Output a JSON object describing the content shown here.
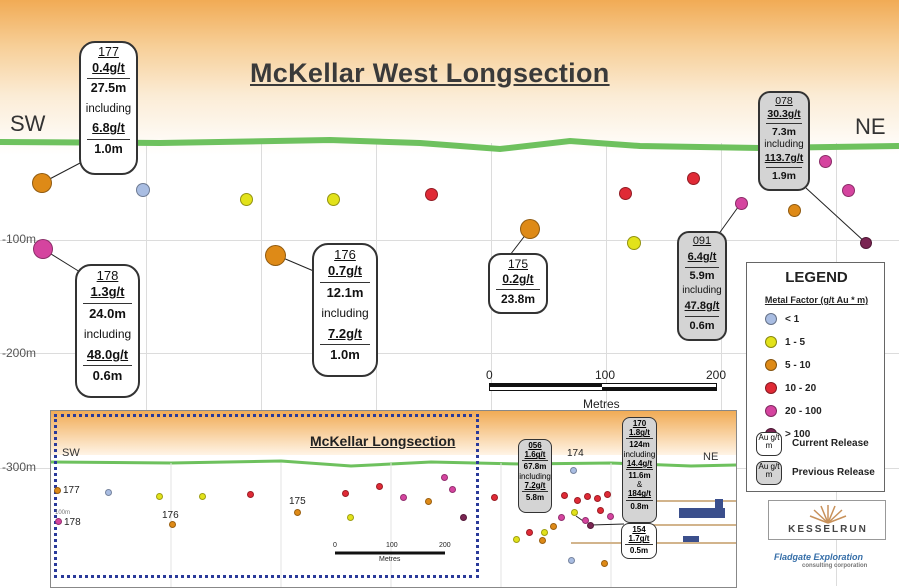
{
  "title": "McKellar West Longsection",
  "directions": {
    "left": "SW",
    "right": "NE"
  },
  "depth_labels": [
    "-100m",
    "-200m",
    "-300m"
  ],
  "colors": {
    "lt1": "#a9bde2",
    "c1_5": "#e2e21a",
    "c5_10": "#de8a17",
    "c10_20": "#e02a36",
    "c20_100": "#d5449f",
    "gt100": "#7a2452",
    "surface": "#6ec15e"
  },
  "callouts": [
    {
      "hole": "177",
      "grade": "0.4g/t",
      "width": "27.5m",
      "including": "including",
      "grade2": "6.8g/t",
      "width2": "1.0m",
      "release": "current"
    },
    {
      "hole": "178",
      "grade": "1.3g/t",
      "width": "24.0m",
      "including": "including",
      "grade2": "48.0g/t",
      "width2": "0.6m",
      "release": "current"
    },
    {
      "hole": "176",
      "grade": "0.7g/t",
      "width": "12.1m",
      "including": "including",
      "grade2": "7.2g/t",
      "width2": "1.0m",
      "release": "current"
    },
    {
      "hole": "175",
      "grade": "0.2g/t",
      "width": "23.8m",
      "release": "current"
    },
    {
      "hole": "091",
      "grade": "6.4g/t",
      "width": "5.9m",
      "including": "including",
      "grade2": "47.8g/t",
      "width2": "0.6m",
      "release": "previous"
    },
    {
      "hole": "078",
      "grade": "30.3g/t",
      "width": "7.3m",
      "including": "including",
      "grade2": "113.7g/t",
      "width2": "1.9m",
      "release": "previous"
    }
  ],
  "scale": {
    "ticks": [
      "0",
      "100",
      "200"
    ],
    "label": "Metres"
  },
  "legend": {
    "title": "LEGEND",
    "subtitle": "Metal Factor (g/t Au * m)",
    "classes": [
      {
        "label": "< 1",
        "color": "#a9bde2"
      },
      {
        "label": "1 - 5",
        "color": "#e2e21a"
      },
      {
        "label": "5 - 10",
        "color": "#de8a17"
      },
      {
        "label": "10 - 20",
        "color": "#e02a36"
      },
      {
        "label": "20 - 100",
        "color": "#d5449f"
      },
      {
        "label": "> 100",
        "color": "#7a2452"
      }
    ],
    "box_text": "Au g/t m",
    "current": "Current Release",
    "previous": "Previous Release"
  },
  "inset": {
    "title": "McKellar Longsection",
    "left": "SW",
    "right": "NE",
    "depth_label": "100m",
    "hole_labels": [
      "177",
      "178",
      "176",
      "175",
      "174"
    ],
    "callout_056": {
      "hole": "056",
      "grade": "1.6g/t",
      "width": "67.8m",
      "including": "including",
      "grade2": "7.2g/t",
      "width2": "5.8m"
    },
    "callout_170": {
      "hole": "170",
      "grade": "1.8g/t",
      "width": "124m",
      "including": "including",
      "grade2": "14.4g/t",
      "width2": "11.6m",
      "amp": "&",
      "grade3": "184g/t",
      "width3": "0.8m"
    },
    "callout_154": {
      "hole": "154",
      "grade": "1.7g/t",
      "width": "0.5m"
    },
    "scale_ticks": [
      "0",
      "100",
      "200"
    ],
    "scale_label": "Metres"
  },
  "logos": {
    "kesselrun": "KESSELRUN",
    "fladgate": "Fladgate Exploration",
    "fladgate_sub": "consulting corporation"
  }
}
